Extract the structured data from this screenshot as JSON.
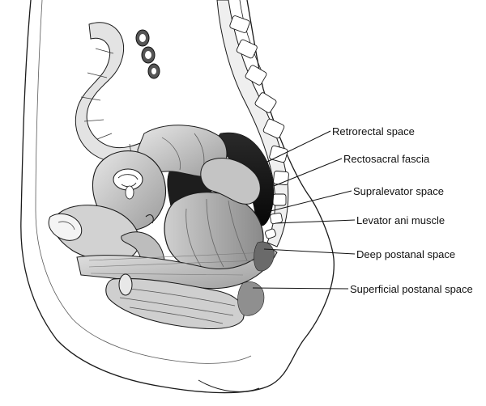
{
  "diagram": {
    "labels": [
      {
        "id": "retrorectal",
        "text": "Retrorectal space"
      },
      {
        "id": "rectosacral",
        "text": "Rectosacral fascia"
      },
      {
        "id": "supralevator",
        "text": "Supralevator space"
      },
      {
        "id": "levator",
        "text": "Levator ani muscle"
      },
      {
        "id": "deep-postanal",
        "text": "Deep postanal space"
      },
      {
        "id": "superficial-postanal",
        "text": "Superficial postanal space"
      }
    ]
  },
  "colors": {
    "line": "#1a1a1a",
    "space_fill": "#111111",
    "tissue_mid": "#9a9a9a",
    "tissue_light": "#d9d9d9",
    "background": "#ffffff"
  }
}
